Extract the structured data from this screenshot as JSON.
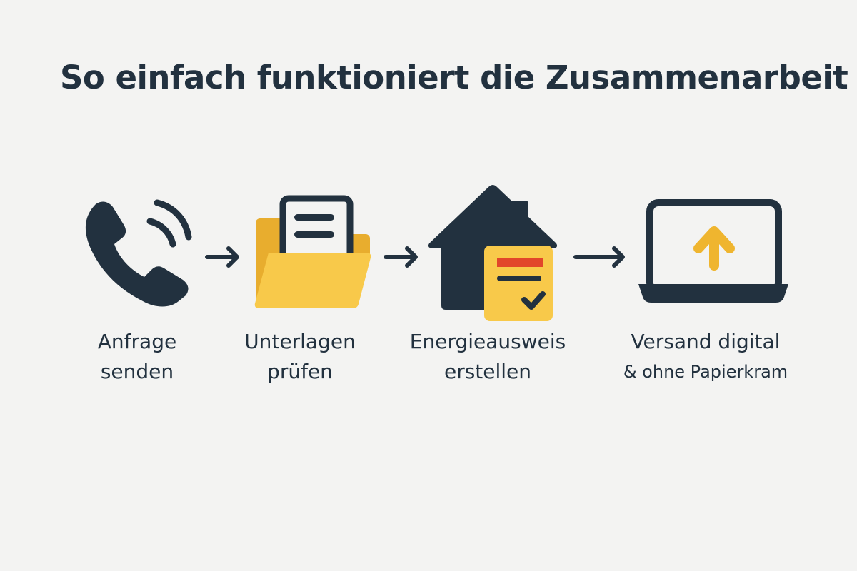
{
  "title": "So einfach funktioniert die Zusammenarbeit",
  "colors": {
    "dark": "#22313f",
    "yellow": "#f8c94a",
    "yellow_dark": "#e8ad2e",
    "red": "#e2462a",
    "arrow_up": "#efb52f",
    "background": "#f3f3f2"
  },
  "steps": [
    {
      "icon": "phone-icon",
      "line1": "Anfrage",
      "line2": "senden"
    },
    {
      "icon": "folder-document-icon",
      "line1": "Unterlagen",
      "line2": "prüfen"
    },
    {
      "icon": "house-certificate-icon",
      "line1": "Energieausweis",
      "line2": "erstellen"
    },
    {
      "icon": "laptop-upload-icon",
      "line1": "Versand digital",
      "line2": "& ohne Papierkram"
    }
  ],
  "connectors": [
    "arrow-right-icon",
    "arrow-right-icon",
    "arrow-right-icon"
  ]
}
